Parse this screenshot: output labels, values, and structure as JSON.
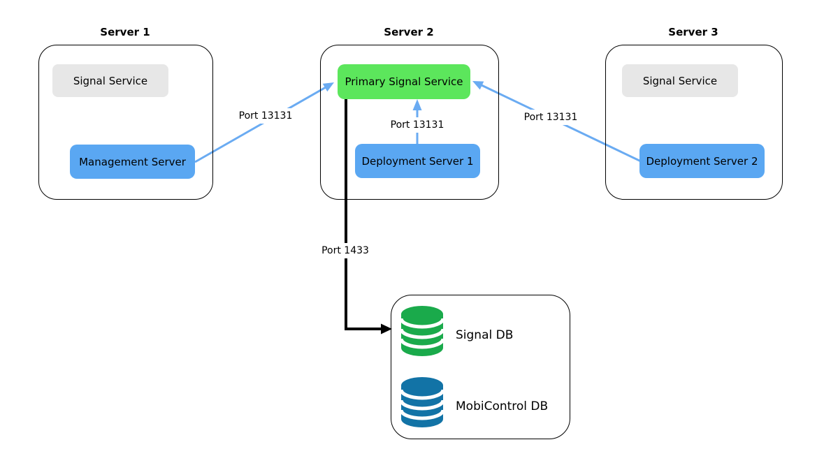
{
  "servers": [
    {
      "title": "Server 1",
      "nodes": [
        {
          "label": "Signal Service"
        },
        {
          "label": "Management Server"
        }
      ]
    },
    {
      "title": "Server 2",
      "nodes": [
        {
          "label": "Primary Signal Service"
        },
        {
          "label": "Deployment Server 1"
        }
      ]
    },
    {
      "title": "Server 3",
      "nodes": [
        {
          "label": "Signal Service"
        },
        {
          "label": "Deployment Server 2"
        }
      ]
    }
  ],
  "database_group": {
    "items": [
      {
        "label": "Signal DB"
      },
      {
        "label": "MobiControl DB"
      }
    ]
  },
  "connections": [
    {
      "from": "Management Server",
      "to": "Primary Signal Service",
      "label": "Port 13131"
    },
    {
      "from": "Deployment Server 1",
      "to": "Primary Signal Service",
      "label": "Port 13131"
    },
    {
      "from": "Deployment Server 2",
      "to": "Primary Signal Service",
      "label": "Port 13131"
    },
    {
      "from": "Primary Signal Service",
      "to": "Signal DB / MobiControl DB",
      "label": "Port 1433"
    }
  ],
  "colors": {
    "node_gray": "#e7e7e7",
    "node_blue": "#5aa7f2",
    "node_green": "#5ce65c",
    "arrow_blue": "#6aabf2",
    "arrow_black": "#000000",
    "db_green": "#1aaa4b",
    "db_blue": "#1273a6",
    "border": "#000000",
    "background": "#ffffff",
    "text": "#000000"
  }
}
